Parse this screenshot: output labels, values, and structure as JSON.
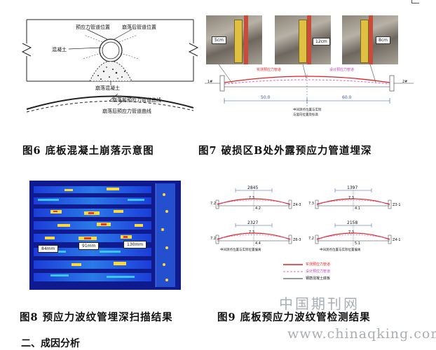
{
  "figures": {
    "fig6": {
      "caption": "图6 底板混凝土崩落示意图",
      "labels": {
        "l1": "预应力管道位置",
        "l2": "崩落后管道位置",
        "l3": "混凝土",
        "l4": "崩落混凝土",
        "l5": "崩落前预应力管道曲线",
        "l6": "崩落后预应力管道曲线"
      }
    },
    "fig7": {
      "caption": "图7 破损区B处外露预应力管道埋深",
      "tags": [
        "5cm",
        "12cm",
        "8cm"
      ],
      "legend_red": "实测预应力管道",
      "legend_pink": "设计预应力管道",
      "left_mark": "1#",
      "right_mark": "2#",
      "dim_left": "50.0",
      "dim_right": "60.0",
      "bottom_note1": "中间测点位置与实际",
      "bottom_note2": "与竖向位置及标高"
    },
    "fig8": {
      "caption": "图8 预应力波纹管埋深扫描结果",
      "depths": [
        "84mm",
        "91mm",
        "130mm"
      ]
    },
    "fig9": {
      "caption": "图9 底板预应力波纹管检测结果",
      "panels": [
        {
          "top_dim": "2845",
          "mid": "7.3",
          "low": "4.2",
          "side": "7.2",
          "id": "Z4-3"
        },
        {
          "top_dim": "1397",
          "mid": "7.3",
          "low": "4.1",
          "side": "7.3",
          "id": "Z3-1"
        },
        {
          "top_dim": "2327",
          "mid": "7.3",
          "low": "4.4",
          "side": "7.2",
          "id": "Z6-3"
        },
        {
          "top_dim": "2158",
          "mid": "7.3",
          "low": "5.1",
          "side": "7.2",
          "id": "Z4-1"
        }
      ],
      "notes": [
        "中间测点位置与实际位置偏离",
        "中间测点位置与实际位置偏离"
      ],
      "legend": [
        "实测预应力管道",
        "设计预应力管道",
        "钢筋混凝土底板"
      ]
    }
  },
  "section_heading": "二、成因分析",
  "watermark": {
    "cn": "中国期刊网",
    "url": "www.chinaqking.com"
  }
}
